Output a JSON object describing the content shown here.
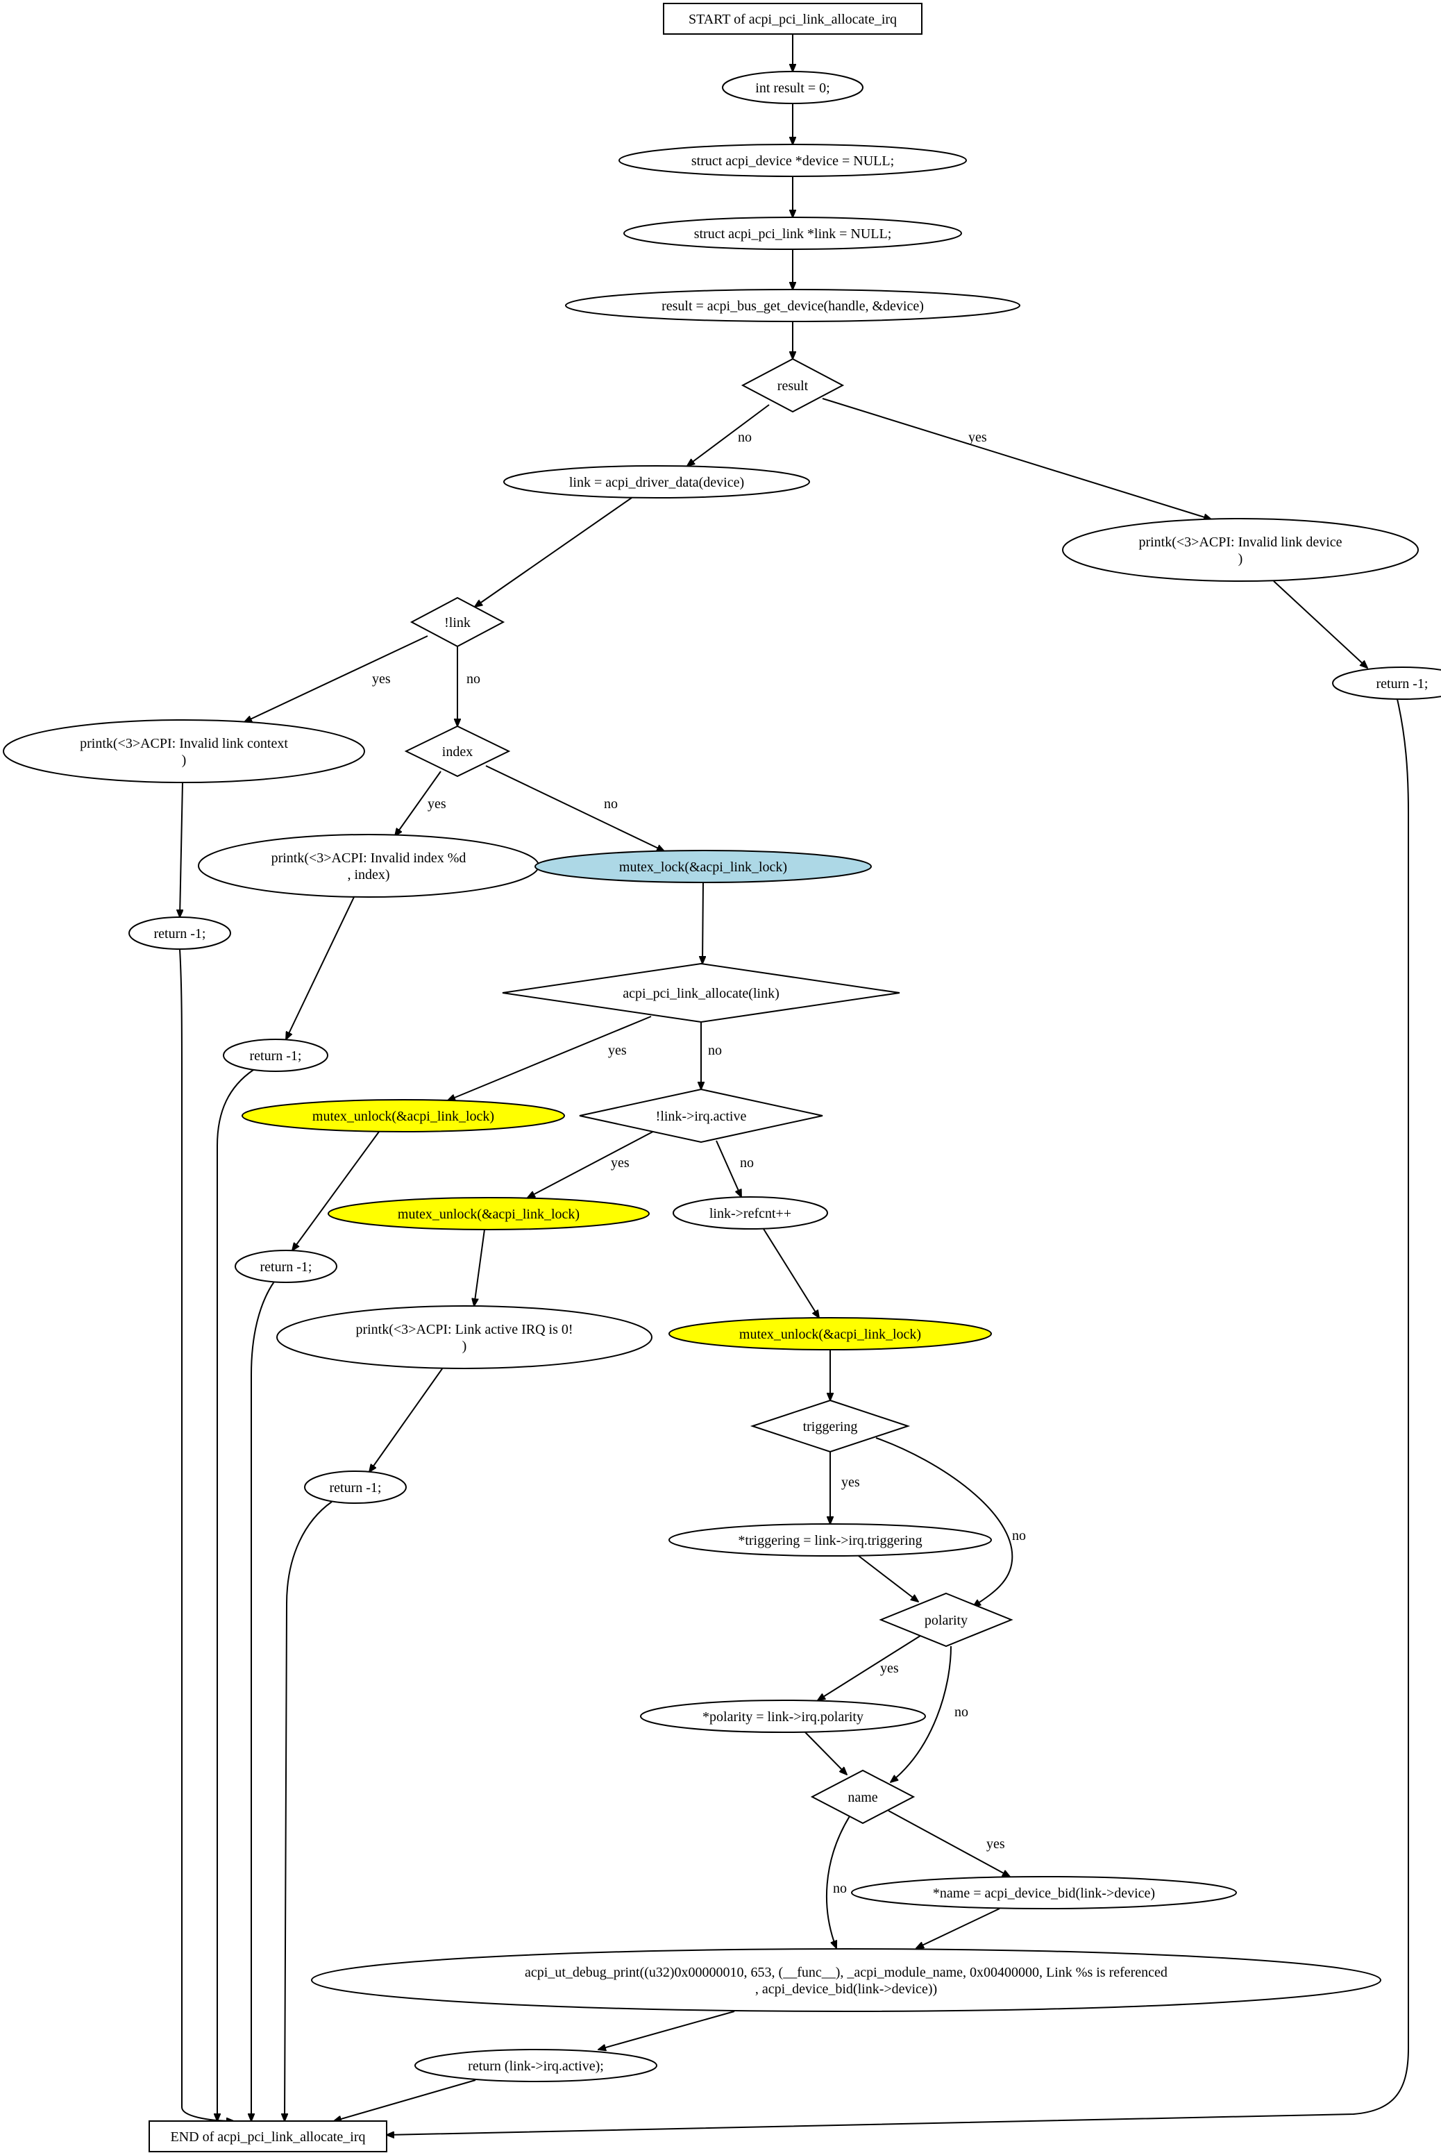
{
  "colors": {
    "light_blue": "#add8e6",
    "yellow": "#ffff00",
    "white": "#ffffff",
    "stroke": "#000000"
  },
  "nodes": {
    "start": {
      "lines": [
        "START of acpi_pci_link_allocate_irq"
      ]
    },
    "int_result": {
      "lines": [
        "int result = 0;"
      ]
    },
    "struct_device": {
      "lines": [
        "struct acpi_device *device = NULL;"
      ]
    },
    "struct_link": {
      "lines": [
        "struct acpi_pci_link *link = NULL;"
      ]
    },
    "bus_get_device": {
      "lines": [
        "result = acpi_bus_get_device(handle, &device)"
      ]
    },
    "cond_result": {
      "lines": [
        "result"
      ]
    },
    "driver_data": {
      "lines": [
        "link = acpi_driver_data(device)"
      ]
    },
    "printk_invalid_device": {
      "lines": [
        "printk(<3>ACPI: Invalid link device",
        ")"
      ]
    },
    "return_device": {
      "lines": [
        "return -1;"
      ]
    },
    "cond_not_link": {
      "lines": [
        "!link"
      ]
    },
    "printk_invalid_context": {
      "lines": [
        "printk(<3>ACPI: Invalid link context",
        ")"
      ]
    },
    "return_context": {
      "lines": [
        "return -1;"
      ]
    },
    "cond_index": {
      "lines": [
        "index"
      ]
    },
    "printk_invalid_index": {
      "lines": [
        "printk(<3>ACPI: Invalid index %d",
        ", index)"
      ]
    },
    "return_index": {
      "lines": [
        "return -1;"
      ]
    },
    "mutex_lock": {
      "lines": [
        "mutex_lock(&acpi_link_lock)"
      ]
    },
    "cond_allocate": {
      "lines": [
        "acpi_pci_link_allocate(link)"
      ]
    },
    "mutex_unlock_1": {
      "lines": [
        "mutex_unlock(&acpi_link_lock)"
      ]
    },
    "return_alloc": {
      "lines": [
        "return -1;"
      ]
    },
    "cond_irq_active": {
      "lines": [
        "!link->irq.active"
      ]
    },
    "mutex_unlock_2": {
      "lines": [
        "mutex_unlock(&acpi_link_lock)"
      ]
    },
    "printk_irq_zero": {
      "lines": [
        "printk(<3>ACPI: Link active IRQ is 0!",
        ")"
      ]
    },
    "return_irq_zero": {
      "lines": [
        "return -1;"
      ]
    },
    "refcnt": {
      "lines": [
        "link->refcnt++"
      ]
    },
    "mutex_unlock_3": {
      "lines": [
        "mutex_unlock(&acpi_link_lock)"
      ]
    },
    "cond_triggering": {
      "lines": [
        "triggering"
      ]
    },
    "assign_triggering": {
      "lines": [
        "*triggering = link->irq.triggering"
      ]
    },
    "cond_polarity": {
      "lines": [
        "polarity"
      ]
    },
    "assign_polarity": {
      "lines": [
        "*polarity = link->irq.polarity"
      ]
    },
    "cond_name": {
      "lines": [
        "name"
      ]
    },
    "assign_name": {
      "lines": [
        "*name = acpi_device_bid(link->device)"
      ]
    },
    "debug_print": {
      "lines": [
        "acpi_ut_debug_print((u32)0x00000010, 653, (__func__), _acpi_module_name, 0x00400000, Link %s is referenced",
        ", acpi_device_bid(link->device))"
      ]
    },
    "return_active": {
      "lines": [
        "return (link->irq.active);"
      ]
    },
    "end": {
      "lines": [
        "END of acpi_pci_link_allocate_irq"
      ]
    }
  },
  "edges": [
    {
      "from": "start",
      "to": "int_result",
      "label": ""
    },
    {
      "from": "int_result",
      "to": "struct_device",
      "label": ""
    },
    {
      "from": "struct_device",
      "to": "struct_link",
      "label": ""
    },
    {
      "from": "struct_link",
      "to": "bus_get_device",
      "label": ""
    },
    {
      "from": "bus_get_device",
      "to": "cond_result",
      "label": ""
    },
    {
      "from": "cond_result",
      "to": "driver_data",
      "label": "no"
    },
    {
      "from": "cond_result",
      "to": "printk_invalid_device",
      "label": "yes"
    },
    {
      "from": "printk_invalid_device",
      "to": "return_device",
      "label": ""
    },
    {
      "from": "driver_data",
      "to": "cond_not_link",
      "label": ""
    },
    {
      "from": "cond_not_link",
      "to": "printk_invalid_context",
      "label": "yes"
    },
    {
      "from": "cond_not_link",
      "to": "cond_index",
      "label": "no"
    },
    {
      "from": "printk_invalid_context",
      "to": "return_context",
      "label": ""
    },
    {
      "from": "cond_index",
      "to": "printk_invalid_index",
      "label": "yes"
    },
    {
      "from": "cond_index",
      "to": "mutex_lock",
      "label": "no"
    },
    {
      "from": "printk_invalid_index",
      "to": "return_index",
      "label": ""
    },
    {
      "from": "mutex_lock",
      "to": "cond_allocate",
      "label": ""
    },
    {
      "from": "cond_allocate",
      "to": "mutex_unlock_1",
      "label": "yes"
    },
    {
      "from": "cond_allocate",
      "to": "cond_irq_active",
      "label": "no"
    },
    {
      "from": "mutex_unlock_1",
      "to": "return_alloc",
      "label": ""
    },
    {
      "from": "cond_irq_active",
      "to": "mutex_unlock_2",
      "label": "yes"
    },
    {
      "from": "cond_irq_active",
      "to": "refcnt",
      "label": "no"
    },
    {
      "from": "mutex_unlock_2",
      "to": "printk_irq_zero",
      "label": ""
    },
    {
      "from": "printk_irq_zero",
      "to": "return_irq_zero",
      "label": ""
    },
    {
      "from": "refcnt",
      "to": "mutex_unlock_3",
      "label": ""
    },
    {
      "from": "mutex_unlock_3",
      "to": "cond_triggering",
      "label": ""
    },
    {
      "from": "cond_triggering",
      "to": "assign_triggering",
      "label": "yes"
    },
    {
      "from": "cond_triggering",
      "to": "cond_polarity",
      "label": "no"
    },
    {
      "from": "assign_triggering",
      "to": "cond_polarity",
      "label": ""
    },
    {
      "from": "cond_polarity",
      "to": "assign_polarity",
      "label": "yes"
    },
    {
      "from": "cond_polarity",
      "to": "cond_name",
      "label": "no"
    },
    {
      "from": "assign_polarity",
      "to": "cond_name",
      "label": ""
    },
    {
      "from": "cond_name",
      "to": "assign_name",
      "label": "yes"
    },
    {
      "from": "cond_name",
      "to": "debug_print",
      "label": "no"
    },
    {
      "from": "assign_name",
      "to": "debug_print",
      "label": ""
    },
    {
      "from": "debug_print",
      "to": "return_active",
      "label": ""
    },
    {
      "from": "return_active",
      "to": "end",
      "label": ""
    },
    {
      "from": "return_device",
      "to": "end",
      "label": ""
    },
    {
      "from": "return_context",
      "to": "end",
      "label": ""
    },
    {
      "from": "return_index",
      "to": "end",
      "label": ""
    },
    {
      "from": "return_alloc",
      "to": "end",
      "label": ""
    },
    {
      "from": "return_irq_zero",
      "to": "end",
      "label": ""
    }
  ]
}
